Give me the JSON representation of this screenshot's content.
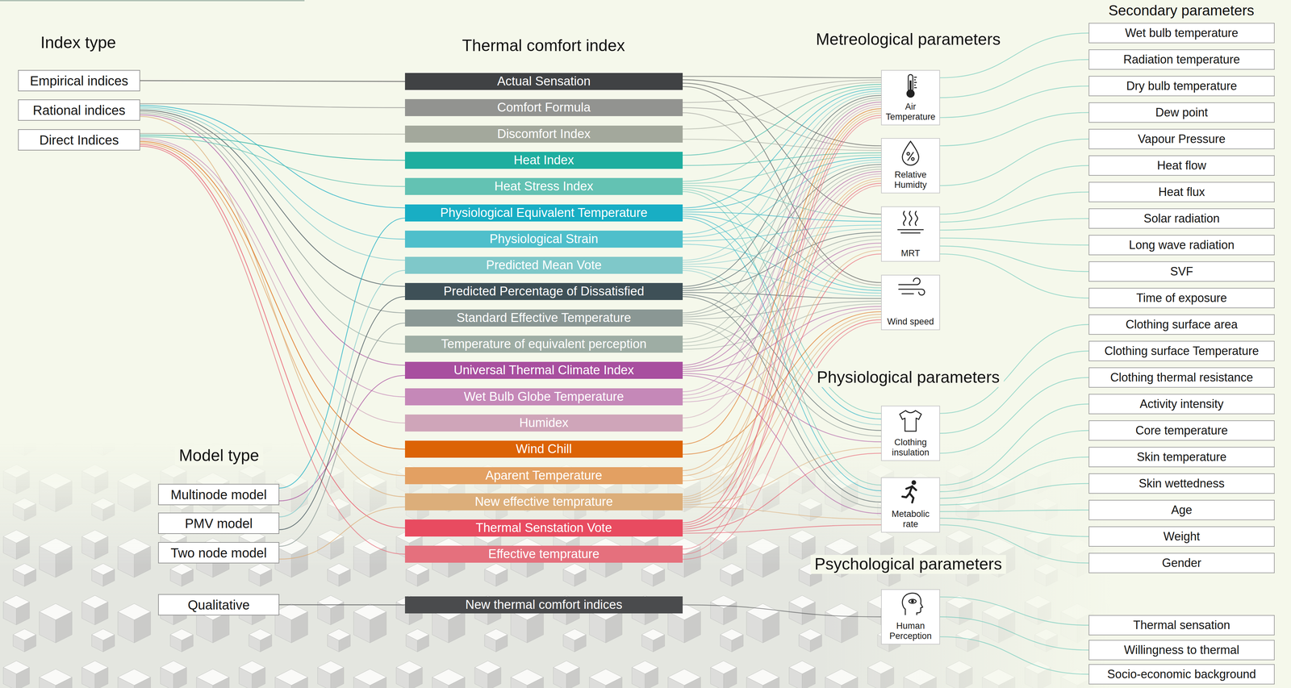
{
  "diagram": {
    "nodes": [
      {
        "text": [
          "Empirical indices"
        ]
      },
      {
        "text": [
          "Rational indices"
        ]
      },
      {
        "text": [
          "Direct Indices"
        ]
      },
      {
        "text": [
          "Multinode model"
        ]
      },
      {
        "text": [
          "PMV model"
        ]
      },
      {
        "text": [
          "Two node model"
        ]
      },
      {
        "text": [
          "Qualitative"
        ]
      },
      {
        "text": [
          "Actual Sensation"
        ]
      },
      {
        "text": [
          "Comfort Formula"
        ]
      },
      {
        "text": [
          "Discomfort Index"
        ]
      },
      {
        "text": [
          "Heat Index"
        ]
      },
      {
        "text": [
          "Heat Stress Index"
        ]
      },
      {
        "text": [
          "Physiological Equivalent Temperature"
        ]
      },
      {
        "text": [
          "Physiological Strain"
        ]
      },
      {
        "text": [
          "Predicted Mean Vote"
        ]
      },
      {
        "text": [
          "Predicted Percentage of Dissatisfied"
        ]
      },
      {
        "text": [
          "Standard Effective Temperature"
        ]
      },
      {
        "text": [
          "Temperature of equivalent perception"
        ]
      },
      {
        "text": [
          "Universal Thermal Climate Index"
        ]
      },
      {
        "text": [
          "Wet Bulb Globe Temperature"
        ]
      },
      {
        "text": [
          "Humidex"
        ]
      },
      {
        "text": [
          "Wind Chill"
        ]
      },
      {
        "text": [
          "Aparent Temperature"
        ]
      },
      {
        "text": [
          "New effective temprature"
        ]
      },
      {
        "text": [
          "Thermal Senstation Vote"
        ]
      },
      {
        "text": [
          "Effective temprature"
        ]
      },
      {
        "text": [
          "New thermal comfort indices"
        ]
      },
      {
        "text": [
          "Air Temperature"
        ]
      },
      {
        "text": [
          "Relative Humidty"
        ]
      },
      {
        "text": [
          "MRT"
        ]
      },
      {
        "text": [
          "Wind speed"
        ]
      },
      {
        "text": [
          "Clothing insulation"
        ]
      },
      {
        "text": [
          "Metabolic rate"
        ]
      },
      {
        "text": [
          "Human Perception"
        ]
      },
      {
        "text": [
          "Wet bulb temperature"
        ]
      },
      {
        "text": [
          "Radiation temperature"
        ]
      },
      {
        "text": [
          "Dry bulb temperature"
        ]
      },
      {
        "text": [
          "Dew point"
        ]
      },
      {
        "text": [
          "Vapour Pressure"
        ]
      },
      {
        "text": [
          "Heat flow"
        ]
      },
      {
        "text": [
          "Heat flux"
        ]
      },
      {
        "text": [
          "Solar radiation"
        ]
      },
      {
        "text": [
          "Long wave radiation"
        ]
      },
      {
        "text": [
          "SVF"
        ]
      },
      {
        "text": [
          "Time of exposure"
        ]
      },
      {
        "text": [
          "Clothing surface area"
        ]
      },
      {
        "text": [
          "Clothing surface Temperature"
        ]
      },
      {
        "text": [
          "Clothing thermal resistance"
        ]
      },
      {
        "text": [
          "Activity intensity"
        ]
      },
      {
        "text": [
          "Core temperature"
        ]
      },
      {
        "text": [
          "Skin temperature"
        ]
      },
      {
        "text": [
          "Skin wettedness"
        ]
      },
      {
        "text": [
          "Age"
        ]
      },
      {
        "text": [
          "Weight"
        ]
      },
      {
        "text": [
          "Gender"
        ]
      },
      {
        "text": [
          "Thermal sensation"
        ]
      },
      {
        "text": [
          "Willingness to thermal"
        ]
      },
      {
        "text": [
          "Socio-economic background"
        ]
      }
    ],
    "edges": [
      {
        "from": 0,
        "to": 7,
        "arrow": "none"
      },
      {
        "from": 1,
        "to": 8,
        "arrow": "none"
      },
      {
        "from": 1,
        "to": 12,
        "arrow": "none"
      },
      {
        "from": 1,
        "to": 13,
        "arrow": "none"
      },
      {
        "from": 1,
        "to": 14,
        "arrow": "none"
      },
      {
        "from": 1,
        "to": 15,
        "arrow": "none"
      },
      {
        "from": 1,
        "to": 16,
        "arrow": "none"
      },
      {
        "from": 1,
        "to": 17,
        "arrow": "none"
      },
      {
        "from": 1,
        "to": 18,
        "arrow": "none"
      },
      {
        "from": 1,
        "to": 23,
        "arrow": "none"
      },
      {
        "from": 2,
        "to": 9,
        "arrow": "none"
      },
      {
        "from": 2,
        "to": 10,
        "arrow": "none"
      },
      {
        "from": 2,
        "to": 11,
        "arrow": "none"
      },
      {
        "from": 2,
        "to": 19,
        "arrow": "none"
      },
      {
        "from": 2,
        "to": 20,
        "arrow": "none"
      },
      {
        "from": 2,
        "to": 21,
        "arrow": "none"
      },
      {
        "from": 2,
        "to": 22,
        "arrow": "none"
      },
      {
        "from": 2,
        "to": 24,
        "arrow": "none"
      },
      {
        "from": 2,
        "to": 25,
        "arrow": "none"
      },
      {
        "from": 3,
        "to": 12,
        "arrow": "none"
      },
      {
        "from": 3,
        "to": 18,
        "arrow": "none"
      },
      {
        "from": 4,
        "to": 14,
        "arrow": "none"
      },
      {
        "from": 4,
        "to": 15,
        "arrow": "none"
      },
      {
        "from": 5,
        "to": 16,
        "arrow": "none"
      },
      {
        "from": 5,
        "to": 23,
        "arrow": "none"
      },
      {
        "from": 6,
        "to": 26,
        "arrow": "none"
      },
      {
        "from": 7,
        "to": 27,
        "arrow": "none"
      },
      {
        "from": 7,
        "to": 28,
        "arrow": "none"
      },
      {
        "from": 7,
        "to": 29,
        "arrow": "none"
      },
      {
        "from": 7,
        "to": 30,
        "arrow": "none"
      },
      {
        "from": 8,
        "to": 27,
        "arrow": "none"
      },
      {
        "from": 8,
        "to": 28,
        "arrow": "none"
      },
      {
        "from": 8,
        "to": 30,
        "arrow": "none"
      },
      {
        "from": 9,
        "to": 27,
        "arrow": "none"
      },
      {
        "from": 9,
        "to": 28,
        "arrow": "none"
      },
      {
        "from": 10,
        "to": 27,
        "arrow": "none"
      },
      {
        "from": 10,
        "to": 28,
        "arrow": "none"
      },
      {
        "from": 11,
        "to": 27,
        "arrow": "none"
      },
      {
        "from": 11,
        "to": 28,
        "arrow": "none"
      },
      {
        "from": 11,
        "to": 29,
        "arrow": "none"
      },
      {
        "from": 11,
        "to": 30,
        "arrow": "none"
      },
      {
        "from": 11,
        "to": 31,
        "arrow": "none"
      },
      {
        "from": 11,
        "to": 32,
        "arrow": "none"
      },
      {
        "from": 12,
        "to": 27,
        "arrow": "none"
      },
      {
        "from": 12,
        "to": 28,
        "arrow": "none"
      },
      {
        "from": 12,
        "to": 29,
        "arrow": "none"
      },
      {
        "from": 12,
        "to": 30,
        "arrow": "none"
      },
      {
        "from": 12,
        "to": 31,
        "arrow": "none"
      },
      {
        "from": 12,
        "to": 32,
        "arrow": "none"
      },
      {
        "from": 13,
        "to": 27,
        "arrow": "none"
      },
      {
        "from": 13,
        "to": 28,
        "arrow": "none"
      },
      {
        "from": 13,
        "to": 29,
        "arrow": "none"
      },
      {
        "from": 13,
        "to": 30,
        "arrow": "none"
      },
      {
        "from": 14,
        "to": 27,
        "arrow": "none"
      },
      {
        "from": 14,
        "to": 28,
        "arrow": "none"
      },
      {
        "from": 14,
        "to": 29,
        "arrow": "none"
      },
      {
        "from": 14,
        "to": 30,
        "arrow": "none"
      },
      {
        "from": 14,
        "to": 31,
        "arrow": "none"
      },
      {
        "from": 14,
        "to": 32,
        "arrow": "none"
      },
      {
        "from": 15,
        "to": 27,
        "arrow": "none"
      },
      {
        "from": 15,
        "to": 28,
        "arrow": "none"
      },
      {
        "from": 15,
        "to": 29,
        "arrow": "none"
      },
      {
        "from": 15,
        "to": 30,
        "arrow": "none"
      },
      {
        "from": 15,
        "to": 31,
        "arrow": "none"
      },
      {
        "from": 15,
        "to": 32,
        "arrow": "none"
      },
      {
        "from": 16,
        "to": 27,
        "arrow": "none"
      },
      {
        "from": 16,
        "to": 28,
        "arrow": "none"
      },
      {
        "from": 16,
        "to": 29,
        "arrow": "none"
      },
      {
        "from": 16,
        "to": 30,
        "arrow": "none"
      },
      {
        "from": 16,
        "to": 31,
        "arrow": "none"
      },
      {
        "from": 16,
        "to": 32,
        "arrow": "none"
      },
      {
        "from": 17,
        "to": 27,
        "arrow": "none"
      },
      {
        "from": 17,
        "to": 28,
        "arrow": "none"
      },
      {
        "from": 17,
        "to": 29,
        "arrow": "none"
      },
      {
        "from": 17,
        "to": 30,
        "arrow": "none"
      },
      {
        "from": 18,
        "to": 27,
        "arrow": "none"
      },
      {
        "from": 18,
        "to": 28,
        "arrow": "none"
      },
      {
        "from": 18,
        "to": 29,
        "arrow": "none"
      },
      {
        "from": 18,
        "to": 30,
        "arrow": "none"
      },
      {
        "from": 18,
        "to": 31,
        "arrow": "none"
      },
      {
        "from": 18,
        "to": 32,
        "arrow": "none"
      },
      {
        "from": 19,
        "to": 27,
        "arrow": "none"
      },
      {
        "from": 19,
        "to": 28,
        "arrow": "none"
      },
      {
        "from": 19,
        "to": 29,
        "arrow": "none"
      },
      {
        "from": 19,
        "to": 30,
        "arrow": "none"
      },
      {
        "from": 20,
        "to": 27,
        "arrow": "none"
      },
      {
        "from": 20,
        "to": 28,
        "arrow": "none"
      },
      {
        "from": 21,
        "to": 27,
        "arrow": "none"
      },
      {
        "from": 21,
        "to": 30,
        "arrow": "none"
      },
      {
        "from": 22,
        "to": 27,
        "arrow": "none"
      },
      {
        "from": 22,
        "to": 28,
        "arrow": "none"
      },
      {
        "from": 22,
        "to": 30,
        "arrow": "none"
      },
      {
        "from": 23,
        "to": 27,
        "arrow": "none"
      },
      {
        "from": 23,
        "to": 28,
        "arrow": "none"
      },
      {
        "from": 23,
        "to": 29,
        "arrow": "none"
      },
      {
        "from": 23,
        "to": 30,
        "arrow": "none"
      },
      {
        "from": 23,
        "to": 31,
        "arrow": "none"
      },
      {
        "from": 23,
        "to": 32,
        "arrow": "none"
      },
      {
        "from": 24,
        "to": 27,
        "arrow": "none"
      },
      {
        "from": 24,
        "to": 28,
        "arrow": "none"
      },
      {
        "from": 24,
        "to": 29,
        "arrow": "none"
      },
      {
        "from": 24,
        "to": 30,
        "arrow": "none"
      },
      {
        "from": 24,
        "to": 31,
        "arrow": "none"
      },
      {
        "from": 24,
        "to": 32,
        "arrow": "none"
      },
      {
        "from": 25,
        "to": 27,
        "arrow": "none"
      },
      {
        "from": 25,
        "to": 28,
        "arrow": "none"
      },
      {
        "from": 25,
        "to": 30,
        "arrow": "none"
      },
      {
        "from": 26,
        "to": 33,
        "arrow": "none"
      },
      {
        "from": 27,
        "to": 34,
        "arrow": "none"
      },
      {
        "from": 27,
        "to": 35,
        "arrow": "none"
      },
      {
        "from": 27,
        "to": 36,
        "arrow": "none"
      },
      {
        "from": 28,
        "to": 37,
        "arrow": "none"
      },
      {
        "from": 28,
        "to": 38,
        "arrow": "none"
      },
      {
        "from": 29,
        "to": 39,
        "arrow": "none"
      },
      {
        "from": 29,
        "to": 40,
        "arrow": "none"
      },
      {
        "from": 29,
        "to": 41,
        "arrow": "none"
      },
      {
        "from": 29,
        "to": 42,
        "arrow": "none"
      },
      {
        "from": 29,
        "to": 43,
        "arrow": "none"
      },
      {
        "from": 29,
        "to": 44,
        "arrow": "none"
      },
      {
        "from": 31,
        "to": 45,
        "arrow": "none"
      },
      {
        "from": 31,
        "to": 46,
        "arrow": "none"
      },
      {
        "from": 31,
        "to": 47,
        "arrow": "none"
      },
      {
        "from": 32,
        "to": 48,
        "arrow": "none"
      },
      {
        "from": 32,
        "to": 49,
        "arrow": "none"
      },
      {
        "from": 32,
        "to": 50,
        "arrow": "none"
      },
      {
        "from": 32,
        "to": 51,
        "arrow": "none"
      },
      {
        "from": 32,
        "to": 52,
        "arrow": "none"
      },
      {
        "from": 32,
        "to": 53,
        "arrow": "none"
      },
      {
        "from": 32,
        "to": 54,
        "arrow": "none"
      },
      {
        "from": 33,
        "to": 55,
        "arrow": "none"
      },
      {
        "from": 33,
        "to": 56,
        "arrow": "none"
      },
      {
        "from": 33,
        "to": 57,
        "arrow": "none"
      }
    ],
    "labels": [
      "Index type",
      "Thermal comfort index",
      "Metreological parameters",
      "Secondary parameters",
      "Physiological parameters",
      "Model type",
      "Psychological parameters"
    ]
  }
}
